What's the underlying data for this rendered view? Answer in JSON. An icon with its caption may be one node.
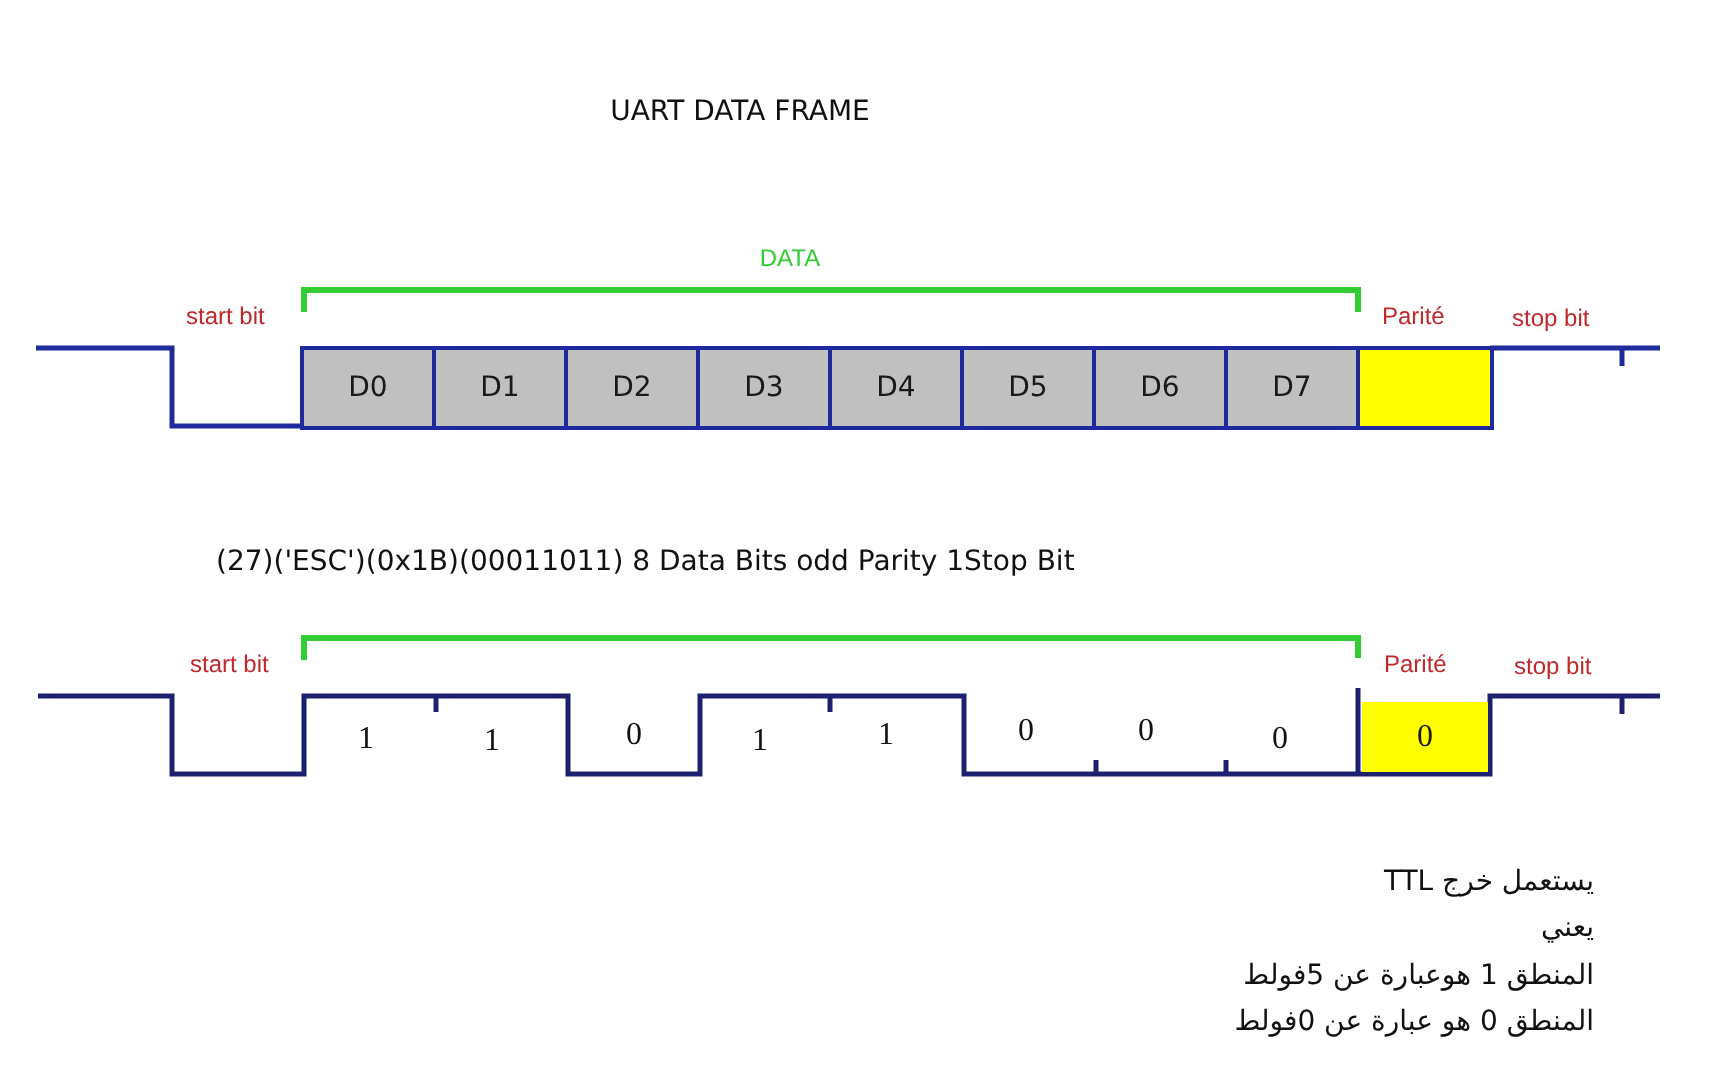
{
  "diagram": {
    "title": "UART DATA FRAME",
    "nodes": [
      {
        "text": [
          "D0"
        ]
      },
      {
        "text": [
          "D1"
        ]
      },
      {
        "text": [
          "D2"
        ]
      },
      {
        "text": [
          "D3"
        ]
      },
      {
        "text": [
          "D4"
        ]
      },
      {
        "text": [
          "D5"
        ]
      },
      {
        "text": [
          "D6"
        ]
      },
      {
        "text": [
          "D7"
        ]
      },
      {
        "text": [],
        "shape": "box"
      },
      {
        "text": [
          "0"
        ]
      }
    ],
    "labels": [
      "DATA",
      "start bit",
      "Parité",
      "stop bit",
      "(27)('ESC')(0x1B)(00011011) 8 Data Bits odd Parity 1Stop Bit",
      "start bit",
      "Parité",
      "stop bit",
      "1",
      "1",
      "0",
      "1",
      "1",
      "0",
      "0",
      "0",
      "يستعمل خرج TTL",
      "يعني",
      "المنطق 1 هوعبارة عن 5فولط",
      "المنطق 0 هو عبارة عن 0فولط"
    ]
  }
}
